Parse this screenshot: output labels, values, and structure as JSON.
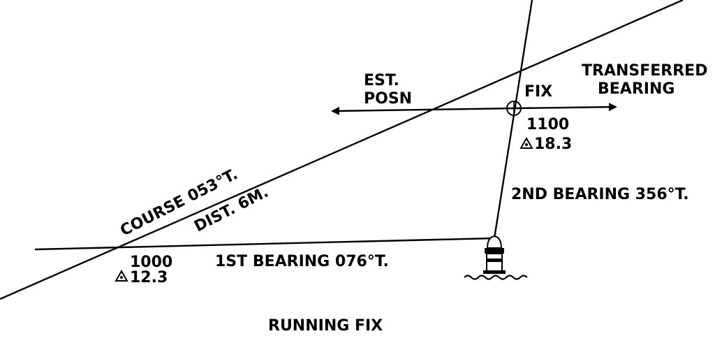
{
  "diagram": {
    "title": "RUNNING FIX",
    "course": {
      "label": "COURSE 053°T.",
      "distance": "DIST. 6M."
    },
    "first_bearing": {
      "label": "1ST BEARING 076°T.",
      "time": "1000",
      "log": "12.3"
    },
    "second_bearing": {
      "label": "2ND BEARING 356°T.",
      "time": "1100",
      "log": "18.3"
    },
    "transferred_bearing": {
      "line1": "TRANSFERRED",
      "line2": "BEARING"
    },
    "est_position": {
      "line1": "EST.",
      "line2": "POSN"
    },
    "fix": "FIX",
    "lighthouse_icon": "lighthouse-icon",
    "log_symbol": "log-triangle-icon"
  }
}
